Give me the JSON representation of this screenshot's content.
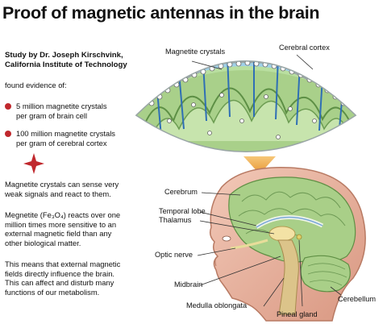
{
  "title": "Proof of magnetic antennas in the brain",
  "study": {
    "line1": "Study by Dr. Joseph Kirschvink,",
    "line2": "California Institute of Technology"
  },
  "found_evidence": "found evidence of:",
  "bullets": [
    {
      "line1": "5 million magnetite crystals",
      "line2": "per gram of brain cell"
    },
    {
      "line1": "100 million magnetite crystals",
      "line2": "per gram of cerebral cortex"
    }
  ],
  "paragraphs": {
    "p1": [
      "Magnetite crystals can sense very",
      "weak signals and react to them."
    ],
    "p2": [
      "Megnetite (Fe₃O₄) reacts over one",
      "million times more sensitive to an",
      "external magnetic field than any",
      "other biological matter."
    ],
    "p3": [
      "This means that external magnetic",
      "fields directly influence the brain.",
      "This can affect and disturb many",
      "functions of our metabolism."
    ]
  },
  "labels": {
    "magnetite_crystals": "Magnetite crystals",
    "cerebral_cortex": "Cerebral cortex",
    "cerebrum": "Cerebrum",
    "temporal_lobe": "Temporal lobe",
    "thalamus": "Thalamus",
    "optic_nerve": "Optic nerve",
    "midbrain": "Midbrain",
    "medulla_oblongata": "Medulla oblongata",
    "cerebellum": "Cerebellum",
    "pineal_gland": "Pineal gland"
  },
  "colors": {
    "bullet": "#c0282d",
    "cortex_green": "#a9d08a",
    "vessel_blue": "#2f6fb5",
    "skin": "#e7b4a1",
    "arrow_orange": "#f2a43a"
  }
}
